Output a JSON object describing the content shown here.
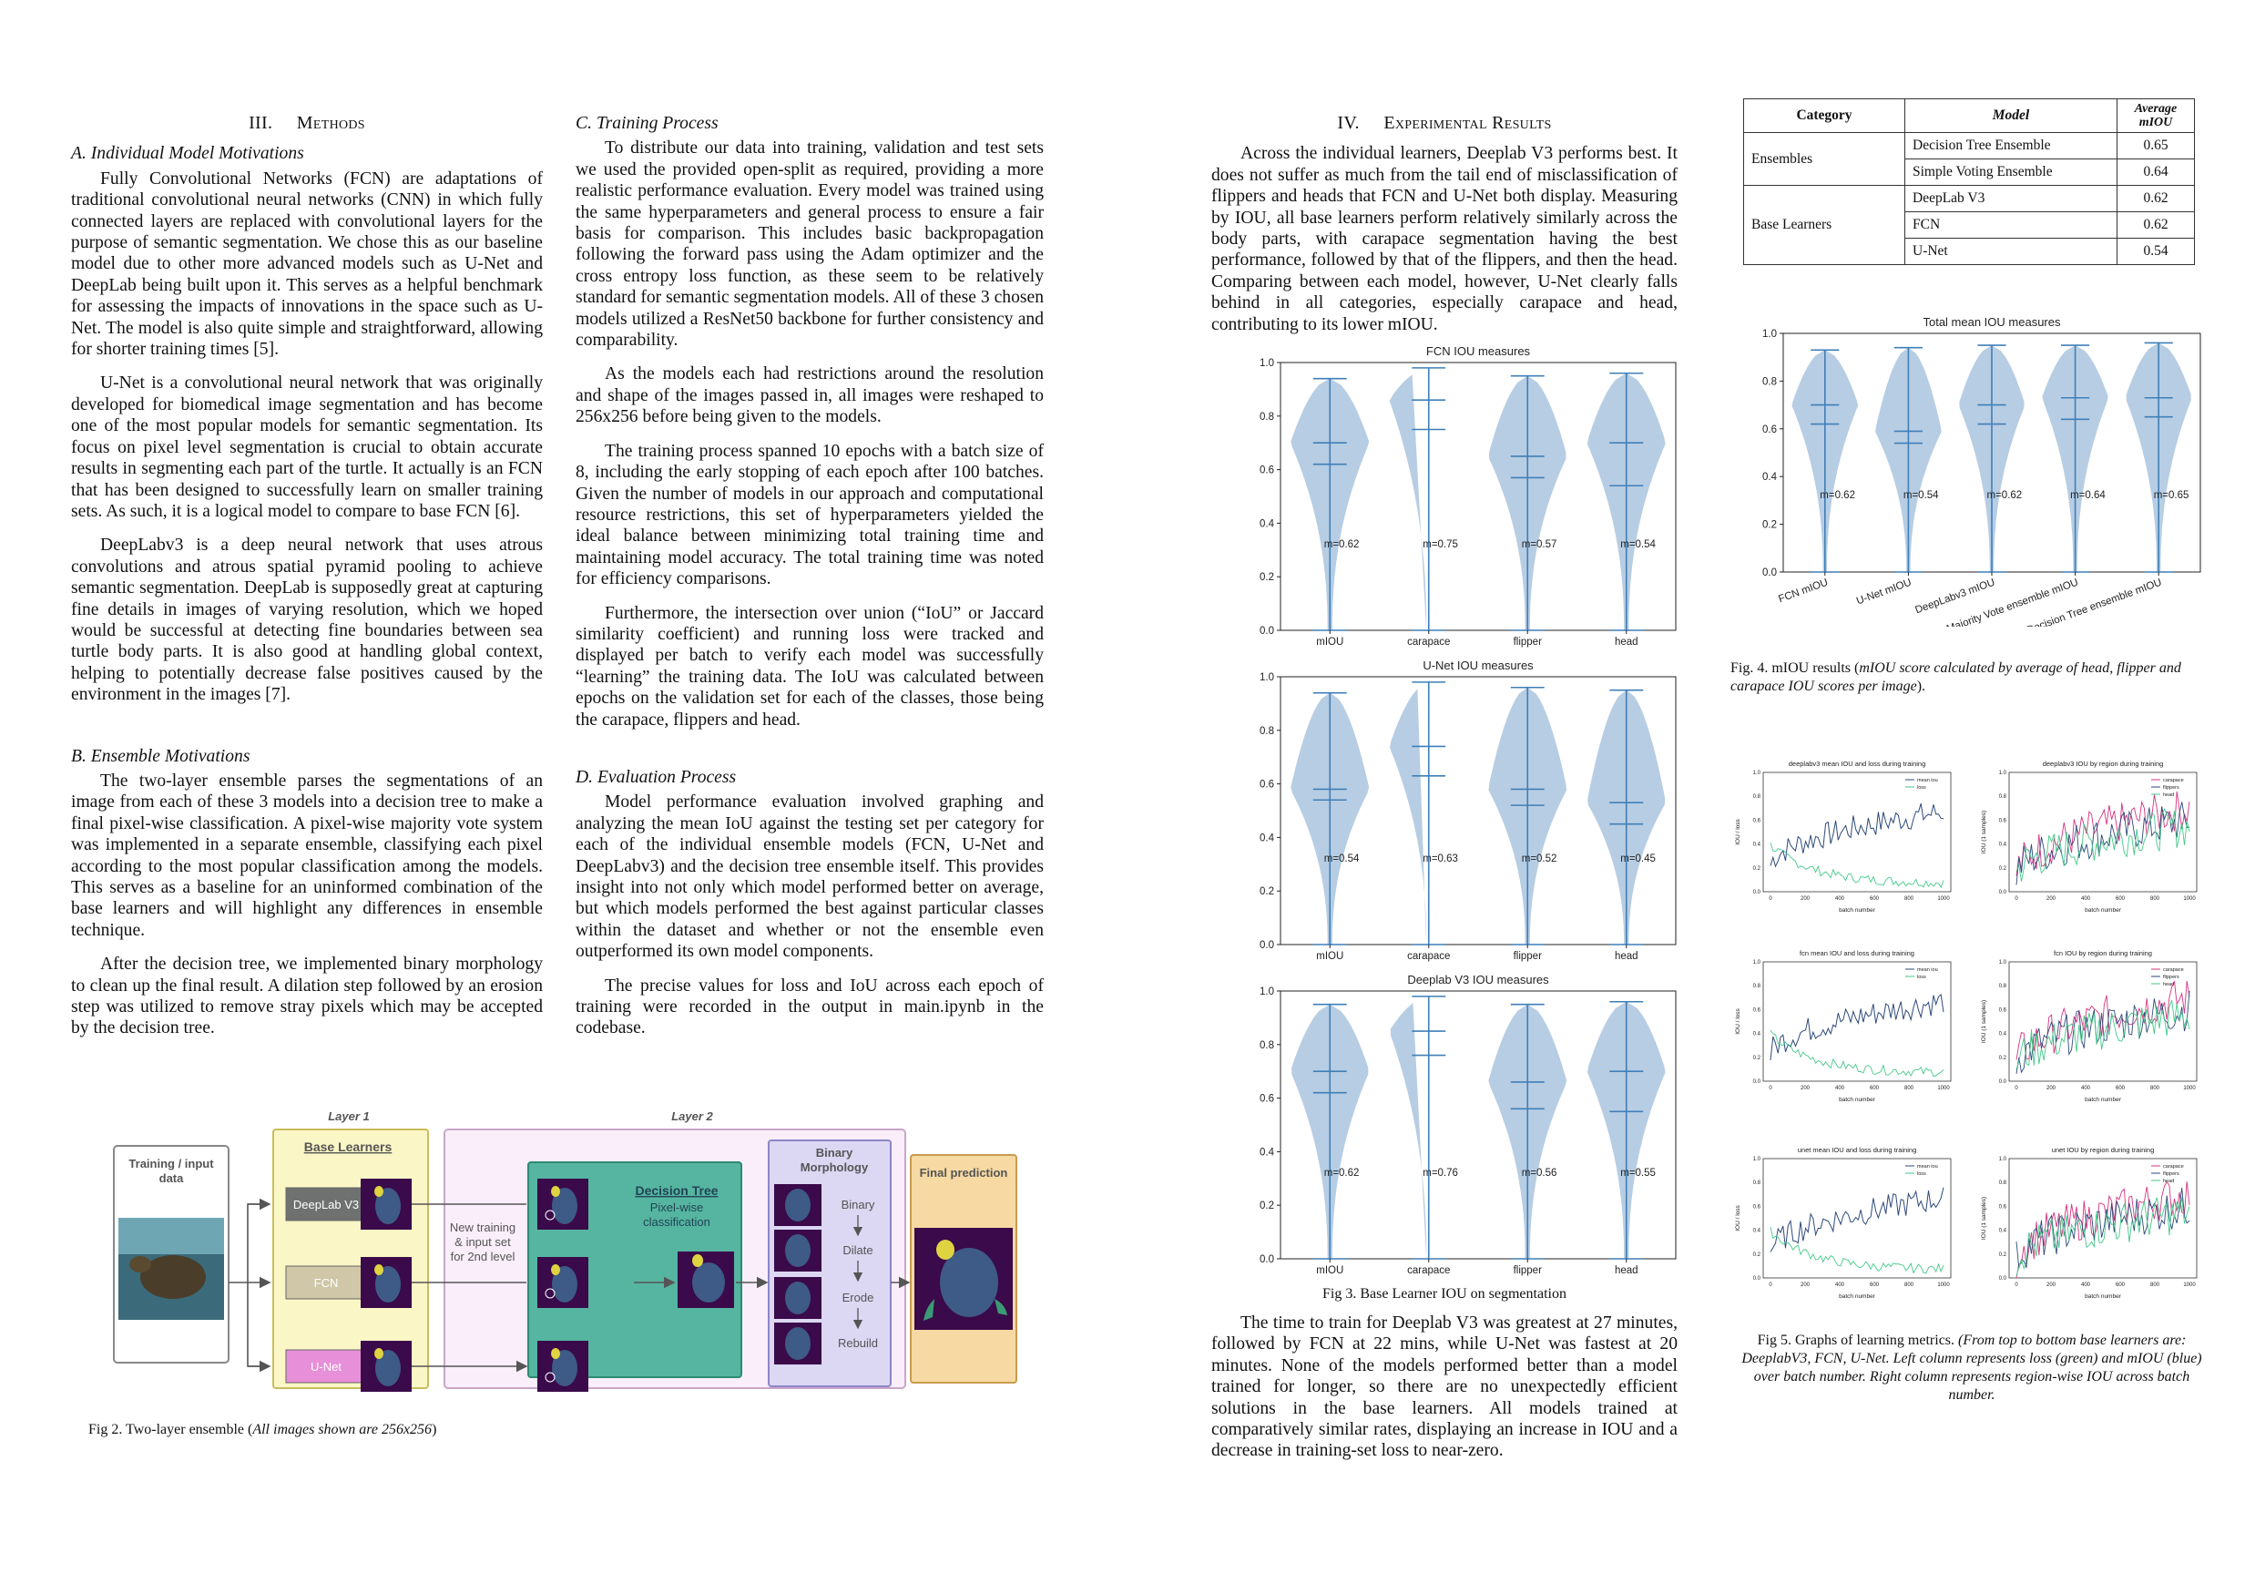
{
  "methods": {
    "heading_num": "III.",
    "heading": "Methods",
    "a_title": "A.  Individual Model Motivations",
    "a_p1": "Fully Convolutional Networks (FCN) are adaptations of traditional convolutional neural networks (CNN) in which fully connected layers are replaced with convolutional layers for the purpose of semantic segmentation. We chose this as our baseline model due to other more advanced models such as U-Net and DeepLab being built upon it. This serves as a helpful benchmark for assessing the impacts of innovations in the space such as U-Net. The model is also quite simple and straightforward, allowing for shorter training times [5].",
    "a_p2": "U-Net is a convolutional neural network that was originally developed for biomedical image segmentation and has become one of the most popular models for semantic segmentation. Its focus on pixel level segmentation is crucial to obtain accurate results in segmenting each part of the turtle. It actually is an FCN that has been designed to successfully learn on smaller training sets. As such, it is a logical model to compare to base FCN [6].",
    "a_p3": "DeepLabv3 is a deep neural network that uses atrous convolutions and atrous spatial pyramid pooling to achieve semantic segmentation. DeepLab is supposedly great at capturing fine details in images of varying resolution, which we hoped would be successful at detecting fine boundaries between sea turtle body parts. It is also good at handling global context, helping to potentially decrease false positives caused by the environment in the images [7].",
    "b_title": "B.  Ensemble Motivations",
    "b_p1": "The two-layer ensemble parses the segmentations of an image from each of these 3 models into a decision tree to make a final pixel-wise classification. A pixel-wise majority vote system was implemented in a separate ensemble, classifying each pixel according to the most popular classification among the models. This serves as a baseline for an uninformed combination of the base learners and will highlight any differences in ensemble technique.",
    "b_p2": "After the decision tree, we implemented binary morphology to clean up the final result. A dilation step followed by an erosion step was utilized to remove stray pixels which may be accepted by the decision tree.",
    "c_title": "C.  Training Process",
    "c_p1": "To distribute our data into training, validation and test sets we used the provided open-split as required, providing a more realistic performance evaluation. Every model was trained using the same hyperparameters and general process to ensure a fair basis for comparison. This includes basic backpropagation following the forward pass using the Adam optimizer and the cross entropy loss function, as these seem to be relatively standard for semantic segmentation models. All of these 3 chosen models utilized a ResNet50 backbone for further consistency and comparability.",
    "c_p2": "As the models each had restrictions around the resolution and shape of the images passed in, all images were reshaped to 256x256 before being given to the models.",
    "c_p3": "The training process spanned 10 epochs with a batch size of 8, including the early stopping of each epoch after 100 batches. Given the number of models in our approach and computational resource restrictions, this set of hyperparameters yielded the ideal balance between minimizing total training time and maintaining model accuracy. The total training time was noted for efficiency comparisons.",
    "c_p4": "Furthermore, the intersection over union (“IoU” or Jaccard similarity coefficient) and running loss were tracked and displayed per batch to verify each model was successfully “learning” the training data. The IoU was calculated between epochs on the validation set for each of the classes, those being the carapace, flippers and head.",
    "d_title": "D.  Evaluation Process",
    "d_p1": "Model performance evaluation involved graphing and analyzing the mean IoU against the testing set per category for each of the individual ensemble models (FCN, U-Net and DeepLabv3) and the decision tree ensemble itself. This provides insight into not only which model performed better on average, but which models performed the best against particular classes within the dataset and whether or not the ensemble even outperformed its own model components.",
    "d_p2": "The precise values for loss and IoU across each epoch of training were recorded in the output in main.ipynb in the codebase."
  },
  "fig2": {
    "layer1": "Layer 1",
    "layer2": "Layer 2",
    "input_title": "Training / input data",
    "base_learners": "Base Learners",
    "learners": [
      "DeepLab V3",
      "FCN",
      "U-Net"
    ],
    "learner_colors": [
      "#6f7170",
      "#cfc7a7",
      "#e78fd8"
    ],
    "new_training": "New training & input set for 2nd level",
    "decision_tree": "Decision Tree",
    "dt_sub": "Pixel-wise classification",
    "morph_title": "Binary Morphology",
    "morph_steps": [
      "Binary",
      "Dilate",
      "Erode",
      "Rebuild"
    ],
    "final": "Final prediction",
    "caption_plain": "Fig 2. Two-layer ensemble (",
    "caption_italic": "All images shown are 256x256",
    "caption_end": ")"
  },
  "results": {
    "heading_num": "IV.",
    "heading": "Experimental Results",
    "p1": "Across the individual learners, Deeplab V3 performs best. It does not suffer as much from the tail end of misclassification of flippers and heads that FCN and U-Net both display. Measuring by IOU, all base learners perform relatively similarly across the body parts, with carapace segmentation having the best performance, followed by that of the flippers, and then the head. Comparing between each model, however, U-Net clearly falls behind in all categories, especially carapace and head, contributing to its lower mIOU.",
    "fig3_caption": "Fig 3. Base Learner IOU on segmentation",
    "p2": "The time to train for Deeplab V3 was greatest at 27 minutes, followed by FCN at 22 mins, while U-Net was fastest at 20 minutes. None of the models performed better than a model trained for longer, so there are no unexpectedly efficient solutions in the base learners. All models trained at comparatively similar rates, displaying an increase in IOU and a decrease in training-set loss to near-zero."
  },
  "table": {
    "headers": [
      "Category",
      "Model",
      "Average mIOU"
    ],
    "groups": [
      {
        "category": "Ensembles",
        "rows": [
          [
            "Decision Tree Ensemble",
            "0.65"
          ],
          [
            "Simple Voting Ensemble",
            "0.64"
          ]
        ]
      },
      {
        "category": "Base Learners",
        "rows": [
          [
            "DeepLab V3",
            "0.62"
          ],
          [
            "FCN",
            "0.62"
          ],
          [
            "U-Net",
            "0.54"
          ]
        ]
      }
    ]
  },
  "fig4": {
    "caption_plain": "Fig. 4. mIOU results (",
    "caption_italic": "mIOU score calculated by average of head, flipper and carapace IOU scores per image",
    "caption_end": ")."
  },
  "fig5": {
    "titles": [
      "deeplabv3 mean IOU and loss during training",
      "deeplabv3 IOU by region during training",
      "fcn mean IOU and loss during training",
      "fcn IOU by region during training",
      "unet mean IOU and loss during training",
      "unet IOU by region during training"
    ],
    "xlabel": "batch number",
    "ylabel_left": "IOU / loss",
    "ylabel_right": "IOU (1 samples)",
    "legend_left": [
      "mean iou",
      "loss"
    ],
    "legend_right": [
      "carapace",
      "flippers",
      "head"
    ],
    "caption_plain": "Fig 5. Graphs of learning metrics. ",
    "caption_italic": "(From top to bottom base learners are: DeeplabV3, FCN, U-Net. Left column represents loss (green) and mIOU (blue) over batch number. Right column represents region-wise IOU across batch number."
  },
  "chart_data": [
    {
      "type": "violin",
      "title": "FCN IOU measures",
      "categories": [
        "mIOU",
        "carapace",
        "flipper",
        "head"
      ],
      "means": [
        0.7,
        0.86,
        0.65,
        0.7
      ],
      "medians": [
        0.62,
        0.75,
        0.57,
        0.54
      ],
      "maxes": [
        0.94,
        0.98,
        0.95,
        0.96
      ],
      "mins": [
        0.0,
        0.0,
        0.0,
        0.0
      ],
      "labels": [
        "m=0.62",
        "m=0.75",
        "m=0.57",
        "m=0.54"
      ],
      "ylim": [
        0,
        1.0
      ],
      "yticks": [
        "0.0",
        "0.2",
        "0.4",
        "0.6",
        "0.8",
        "1.0"
      ]
    },
    {
      "type": "violin",
      "title": "U-Net IOU measures",
      "categories": [
        "mIOU",
        "carapace",
        "flipper",
        "head"
      ],
      "means": [
        0.58,
        0.74,
        0.58,
        0.53
      ],
      "medians": [
        0.54,
        0.63,
        0.52,
        0.45
      ],
      "maxes": [
        0.94,
        0.98,
        0.96,
        0.95
      ],
      "mins": [
        0.0,
        0.0,
        0.0,
        0.0
      ],
      "labels": [
        "m=0.54",
        "m=0.63",
        "m=0.52",
        "m=0.45"
      ],
      "ylim": [
        0,
        1.0
      ],
      "yticks": [
        "0.0",
        "0.2",
        "0.4",
        "0.6",
        "0.8",
        "1.0"
      ]
    },
    {
      "type": "violin",
      "title": "Deeplab V3 IOU measures",
      "categories": [
        "mIOU",
        "carapace",
        "flipper",
        "head"
      ],
      "means": [
        0.7,
        0.85,
        0.66,
        0.7
      ],
      "medians": [
        0.62,
        0.76,
        0.56,
        0.55
      ],
      "maxes": [
        0.95,
        0.98,
        0.95,
        0.96
      ],
      "mins": [
        0.0,
        0.0,
        0.0,
        0.0
      ],
      "labels": [
        "m=0.62",
        "m=0.76",
        "m=0.56",
        "m=0.55"
      ],
      "ylim": [
        0,
        1.0
      ],
      "yticks": [
        "0.0",
        "0.2",
        "0.4",
        "0.6",
        "0.8",
        "1.0"
      ]
    },
    {
      "type": "violin",
      "title": "Total mean IOU measures",
      "categories": [
        "FCN mIOU",
        "U-Net mIOU",
        "DeepLabv3 mIOU",
        "Majority Vote ensemble mIOU",
        "Decision Tree ensemble mIOU"
      ],
      "means": [
        0.7,
        0.59,
        0.7,
        0.73,
        0.73
      ],
      "medians": [
        0.62,
        0.54,
        0.62,
        0.64,
        0.65
      ],
      "maxes": [
        0.93,
        0.94,
        0.95,
        0.95,
        0.96
      ],
      "mins": [
        0.0,
        0.0,
        0.0,
        0.0,
        0.0
      ],
      "labels": [
        "m=0.62",
        "m=0.54",
        "m=0.62",
        "m=0.64",
        "m=0.65"
      ],
      "ylim": [
        0,
        1.0
      ],
      "yticks": [
        "0.0",
        "0.2",
        "0.4",
        "0.6",
        "0.8",
        "1.0"
      ]
    }
  ]
}
